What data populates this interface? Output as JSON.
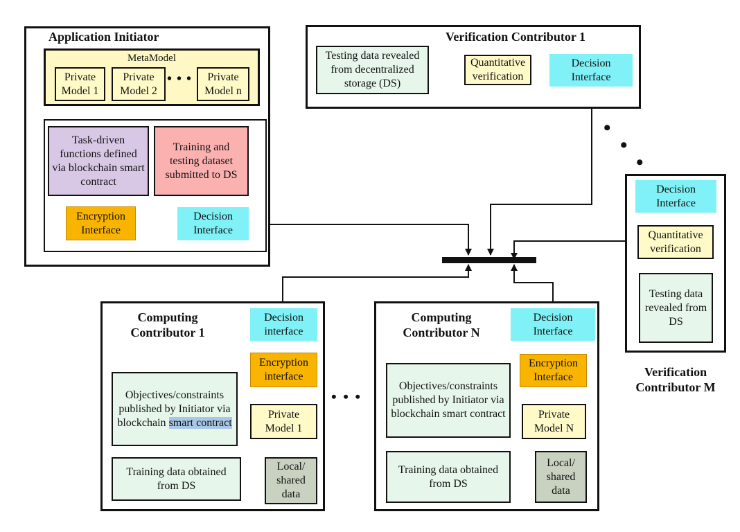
{
  "app_initiator": {
    "title": "Application Initiator",
    "metamodel": "MetaModel",
    "private_model_1": "Private Model 1",
    "private_model_2": "Private Model 2",
    "private_model_n": "Private Model n",
    "ellipsis": "• • •",
    "task_functions": "Task-driven functions defined via blockchain smart contract",
    "training_dataset": "Training and testing dataset submitted to DS",
    "encryption": "Encryption Interface",
    "decision": "Decision Interface"
  },
  "verification_1": {
    "title": "Verification Contributor 1",
    "testing_data": "Testing data revealed from decentralized storage (DS)",
    "quantitative": "Quantitative verification",
    "decision": "Decision Interface"
  },
  "verification_m": {
    "title": "Verification Contributor M",
    "decision": "Decision Interface",
    "quantitative": "Quantitative verification",
    "testing_data": "Testing data revealed from DS"
  },
  "computing_1": {
    "title": "Computing Contributor 1",
    "decision": "Decision interface",
    "encryption": "Encryption interface",
    "objectives_pre": "Objectives/constraints published by Initiator via blockchain ",
    "objectives_hl": "smart contract",
    "private_model": "Private Model 1",
    "training_data": "Training data obtained from DS",
    "local_data": "Local/ shared data"
  },
  "computing_n": {
    "title": "Computing Contributor N",
    "decision": "Decision Interface",
    "encryption": "Encryption Interface",
    "objectives": "Objectives/constraints published by Initiator via blockchain smart contract",
    "private_model": "Private Model N",
    "training_data": "Training data obtained from DS",
    "local_data": "Local/ shared data"
  },
  "between_ellipsis": "• • •",
  "vertical_ellipsis": "•"
}
